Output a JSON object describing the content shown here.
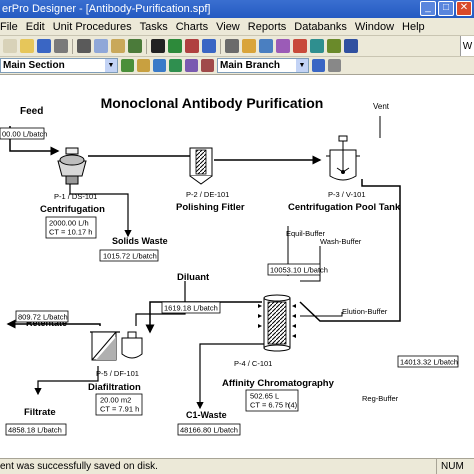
{
  "window": {
    "title": "erPro Designer - [Antibody-Purification.spf]",
    "controls": [
      "_",
      "□",
      "✕"
    ]
  },
  "menu": {
    "items": [
      {
        "label": "File",
        "key": "file"
      },
      {
        "label": "Edit",
        "key": "edit"
      },
      {
        "label": "Unit Procedures",
        "key": "unit-procedures"
      },
      {
        "label": "Tasks",
        "key": "tasks"
      },
      {
        "label": "Charts",
        "key": "charts"
      },
      {
        "label": "View",
        "key": "view"
      },
      {
        "label": "Reports",
        "key": "reports"
      },
      {
        "label": "Databanks",
        "key": "databanks"
      },
      {
        "label": "Window",
        "key": "window"
      },
      {
        "label": "Help",
        "key": "help"
      }
    ]
  },
  "toolbar": {
    "icons": [
      "new-icon",
      "open-icon",
      "save-icon",
      "print-icon",
      "cut-icon",
      "copy-icon",
      "paste-icon",
      "undo-icon",
      "select-arrow-icon",
      "connect-icon",
      "stream-icon",
      "zoom-icon",
      "grid-icon",
      "chart-icon",
      "table-icon",
      "report-icon",
      "bar-chart-icon",
      "gantt-icon",
      "equipment-icon",
      "help-icon"
    ],
    "colors": [
      "#d8d2b8",
      "#e6c65a",
      "#3a66c4",
      "#7a7a7a",
      "#5a5a5a",
      "#8fa7d8",
      "#c9a85a",
      "#4b7b3a",
      "#222222",
      "#2d8a3a",
      "#b04040",
      "#3a66c4",
      "#6b6b6b",
      "#d9a43a",
      "#4a7fc1",
      "#9b5bb7",
      "#c84a3a",
      "#2f8f8f",
      "#6a8a2a",
      "#3050a0"
    ],
    "partial_text": "W"
  },
  "toolbar2": {
    "section_combo": "Main Section",
    "branch_combo": "Main Branch",
    "icons": [
      "add-section-icon",
      "section-props-icon",
      "flask-icon",
      "flask2-icon",
      "flask3-icon",
      "flask4-icon",
      "add-branch-icon",
      "branch-props-icon"
    ]
  },
  "flowsheet": {
    "title": "Monoclonal Antibody Purification",
    "streams": [
      {
        "key": "feed",
        "name": "Feed",
        "value": "00.00 L/batch"
      },
      {
        "key": "vent",
        "name": "Vent",
        "value": ""
      },
      {
        "key": "solids-waste",
        "name": "Solids Waste",
        "value": "1015.72 L/batch"
      },
      {
        "key": "diluant",
        "name": "Diluant",
        "value": "1619.18 L/batch"
      },
      {
        "key": "equil-buffer",
        "name": "Equil-Buffer",
        "value": "10053.10 L/batch"
      },
      {
        "key": "wash-buffer",
        "name": "Wash-Buffer",
        "value": ""
      },
      {
        "key": "elution-buffer",
        "name": "Elution-Buffer",
        "value": "14013.32 L/batch"
      },
      {
        "key": "reg-buffer",
        "name": "Reg-Buffer",
        "value": ""
      },
      {
        "key": "retentate",
        "name": "Retentate",
        "value": "809.72 L/batch"
      },
      {
        "key": "filtrate",
        "name": "Filtrate",
        "value": "4858.18 L/batch"
      },
      {
        "key": "c1-waste",
        "name": "C1-Waste",
        "value": "48166.80 L/batch"
      }
    ],
    "units": [
      {
        "key": "centrifuge",
        "tag": "P-1 / DS-101",
        "name": "Centrifugation",
        "info": [
          "2000.00 L/h",
          "CT = 10.17 h"
        ]
      },
      {
        "key": "polishing-filter",
        "tag": "P-2 / DE-101",
        "name": "Polishing Fitler",
        "info": []
      },
      {
        "key": "pool-tank",
        "tag": "P-3 / V-101",
        "name": "Centrifugation Pool Tank",
        "info": []
      },
      {
        "key": "chromatography",
        "tag": "P-4 / C-101",
        "name": "Affinity Chromatography",
        "info": [
          "502.65 L",
          "CT = 6.75 h",
          "(4)"
        ]
      },
      {
        "key": "diafiltration",
        "tag": "P-5 / DF-101",
        "name": "Diafiltration",
        "info": [
          "20.00 m2",
          "CT = 7.91 h"
        ]
      }
    ]
  },
  "status": {
    "message": "ent was successfully saved on disk.",
    "mode": "NUM"
  }
}
